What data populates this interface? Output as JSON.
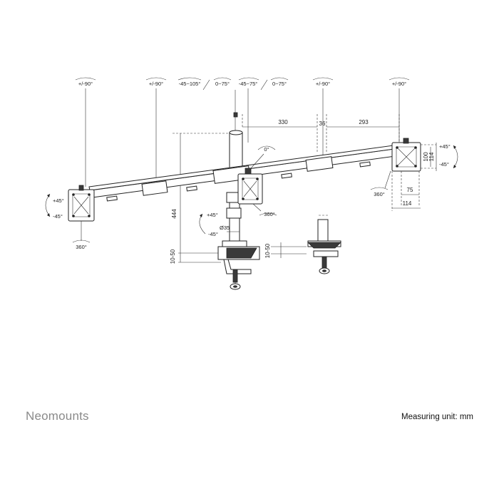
{
  "brand": "Neomounts",
  "measuring_unit": "Measuring unit: mm",
  "angle_labels": {
    "left_tilt": "+/-90°",
    "left_arm": "+/-90°",
    "center_a": "-45~105°",
    "center_b": "0~75°",
    "center_c": "-45~75°",
    "center_d": "0~75°",
    "right_arm": "+/-90°",
    "right_tilt": "+/-90°",
    "center_head": "0°",
    "left_plus45": "+45°",
    "left_minus45": "-45°",
    "left_360": "360°",
    "center_360": "360°",
    "pole_plus45": "+45°",
    "pole_minus45": "-45°",
    "right_plus45": "+45°",
    "right_minus45": "-45°",
    "right_360": "360°"
  },
  "dimensions": {
    "arm_span_330": "330",
    "joint_36": "36",
    "arm_293": "293",
    "height_444": "444",
    "clamp_10_50": "10-50",
    "clamp_10_50_b": "10-50",
    "pole_diameter": "Ø35",
    "vesa_100": "100",
    "vesa_114": "114",
    "vesa_75": "75",
    "vesa_114_b": "114"
  }
}
